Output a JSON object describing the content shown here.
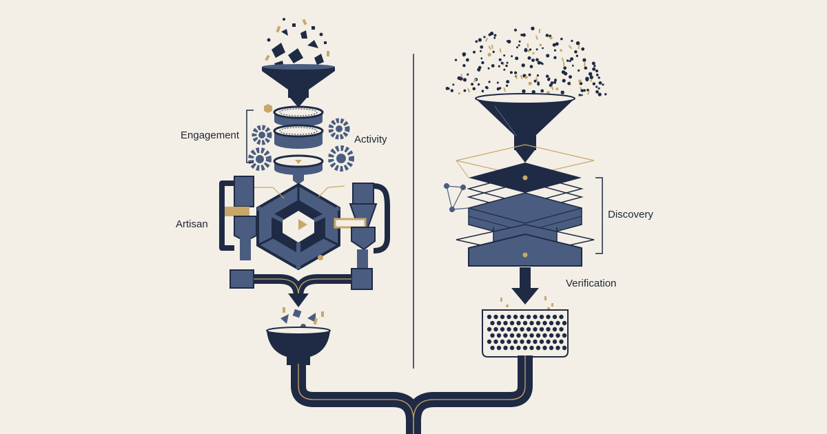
{
  "labels": {
    "engagement": "Engagement",
    "activity": "Activity",
    "artisan": "Artisan",
    "discovery": "Discovery",
    "verification": "Verification"
  },
  "colors": {
    "background": "#f3efe6",
    "navy": "#1f2a44",
    "slate": "#4a5d80",
    "gold": "#c9a76a",
    "ink": "#1f2535"
  }
}
